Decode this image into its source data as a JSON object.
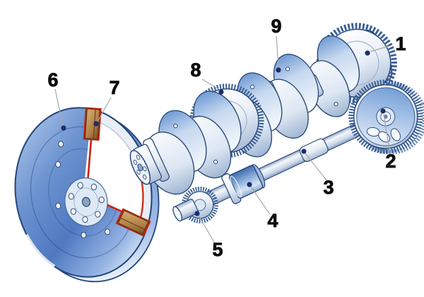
{
  "figure": {
    "background": "#ffffff"
  },
  "callouts": [
    {
      "text": "1"
    },
    {
      "text": "2"
    },
    {
      "text": "3"
    },
    {
      "text": "4"
    },
    {
      "text": "5"
    },
    {
      "text": "6"
    },
    {
      "text": "7"
    },
    {
      "text": "8"
    },
    {
      "text": "9"
    }
  ],
  "colors": {
    "outline_navy": "#23457a",
    "steel_light": "#f4f7fb",
    "steel_shade": "#b9c9dd",
    "web_accent_blue": "#6f9bd4",
    "flywheel_blue": "#5b82c6",
    "cut_red": "#cc2212",
    "spring_brown": "#b08048",
    "label_black": "#0d0d0d",
    "leader_gray": "#a8a8a8",
    "dot_navy": "#1a2f7a"
  }
}
